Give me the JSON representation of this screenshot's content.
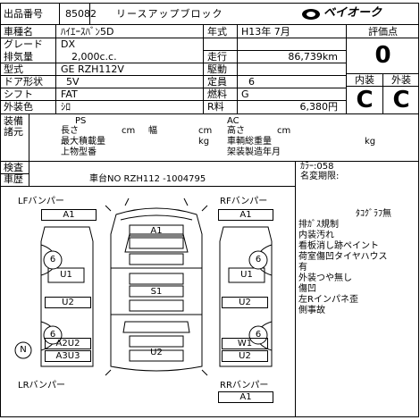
{
  "header": {
    "label": "出品番号",
    "lot_number": "85082",
    "title": "リースアップブロック",
    "logo_text": "ベイオーク"
  },
  "vehicle": {
    "model_label": "車種名",
    "model": "ﾊｲｴｰｽﾊﾞﾝ5D",
    "year_label": "年式",
    "year": "H13年 7月",
    "grade_label": "グレード",
    "grade": "DX",
    "displacement_label": "排気量",
    "displacement": "2,000c.c.",
    "mileage_label": "走行",
    "mileage": "86,739km",
    "type_label": "型式",
    "type": "GE RZH112V",
    "drive_label": "駆動",
    "drive": "",
    "doors_label": "ドア形状",
    "doors": "5V",
    "capacity_label": "定員",
    "capacity": "6",
    "shift_label": "シフト",
    "shift": "FAT",
    "fuel_label": "燃料",
    "fuel": "G",
    "color_label": "外装色",
    "color": "ｼﾛ",
    "r_price_label": "R料",
    "r_price": "6,380円"
  },
  "ratings": {
    "overall_label": "評価点",
    "overall": "0",
    "interior_label": "内装",
    "interior": "C",
    "exterior_label": "外装",
    "exterior": "C"
  },
  "equipment": {
    "label": "装備",
    "label2": "諸元",
    "ps": "PS",
    "ac": "AC",
    "length_label": "長さ",
    "cm1": "cm",
    "width_label": "幅",
    "cm2": "cm",
    "height_label": "高さ",
    "cm3": "cm",
    "max_load_label": "最大積載量",
    "kg1": "kg",
    "gross_weight_label": "車輌総重量",
    "kg2": "kg",
    "body_shape_label": "上物型番",
    "manufacture_label": "架装製造年月"
  },
  "inspection": {
    "label": "検査",
    "label2": "車歴",
    "chassis": "車台NO RZH112 -1004795",
    "color_code": "ｶﾗｰ:058",
    "transfer_deadline": "名変期限:"
  },
  "diagram": {
    "lf_bumper": "LFバンパー",
    "lf_grade": "A1",
    "rf_bumper": "RFバンパー",
    "rf_grade": "A1",
    "hood": "A1",
    "roof": "S1",
    "lr_bumper": "LRバンパー",
    "rr_bumper": "RRバンパー",
    "rr_grade": "A1",
    "left_front_wheel": "6",
    "right_front_wheel": "6",
    "left_rear_wheel": "6",
    "right_rear_wheel": "6",
    "left_front_door": "U1",
    "right_front_door": "U1",
    "left_slide": "U2",
    "right_slide": "U2",
    "left_rear_a": "A2U2",
    "left_rear_b": "A3U3",
    "right_rear_a": "W1",
    "right_rear_b": "U2",
    "back_door": "U2",
    "tire_mark": "N"
  },
  "notes": {
    "tachograph": "ﾀｺｸﾞﾗﾌ無",
    "lines": [
      "排ｶﾞｽ規制",
      "内装汚れ",
      "看板消し跡ペイント",
      "荷室傷凹タイヤハウス",
      "有",
      "外装つや無し",
      "傷凹",
      "左Rインパネ歪",
      "側事故"
    ]
  }
}
